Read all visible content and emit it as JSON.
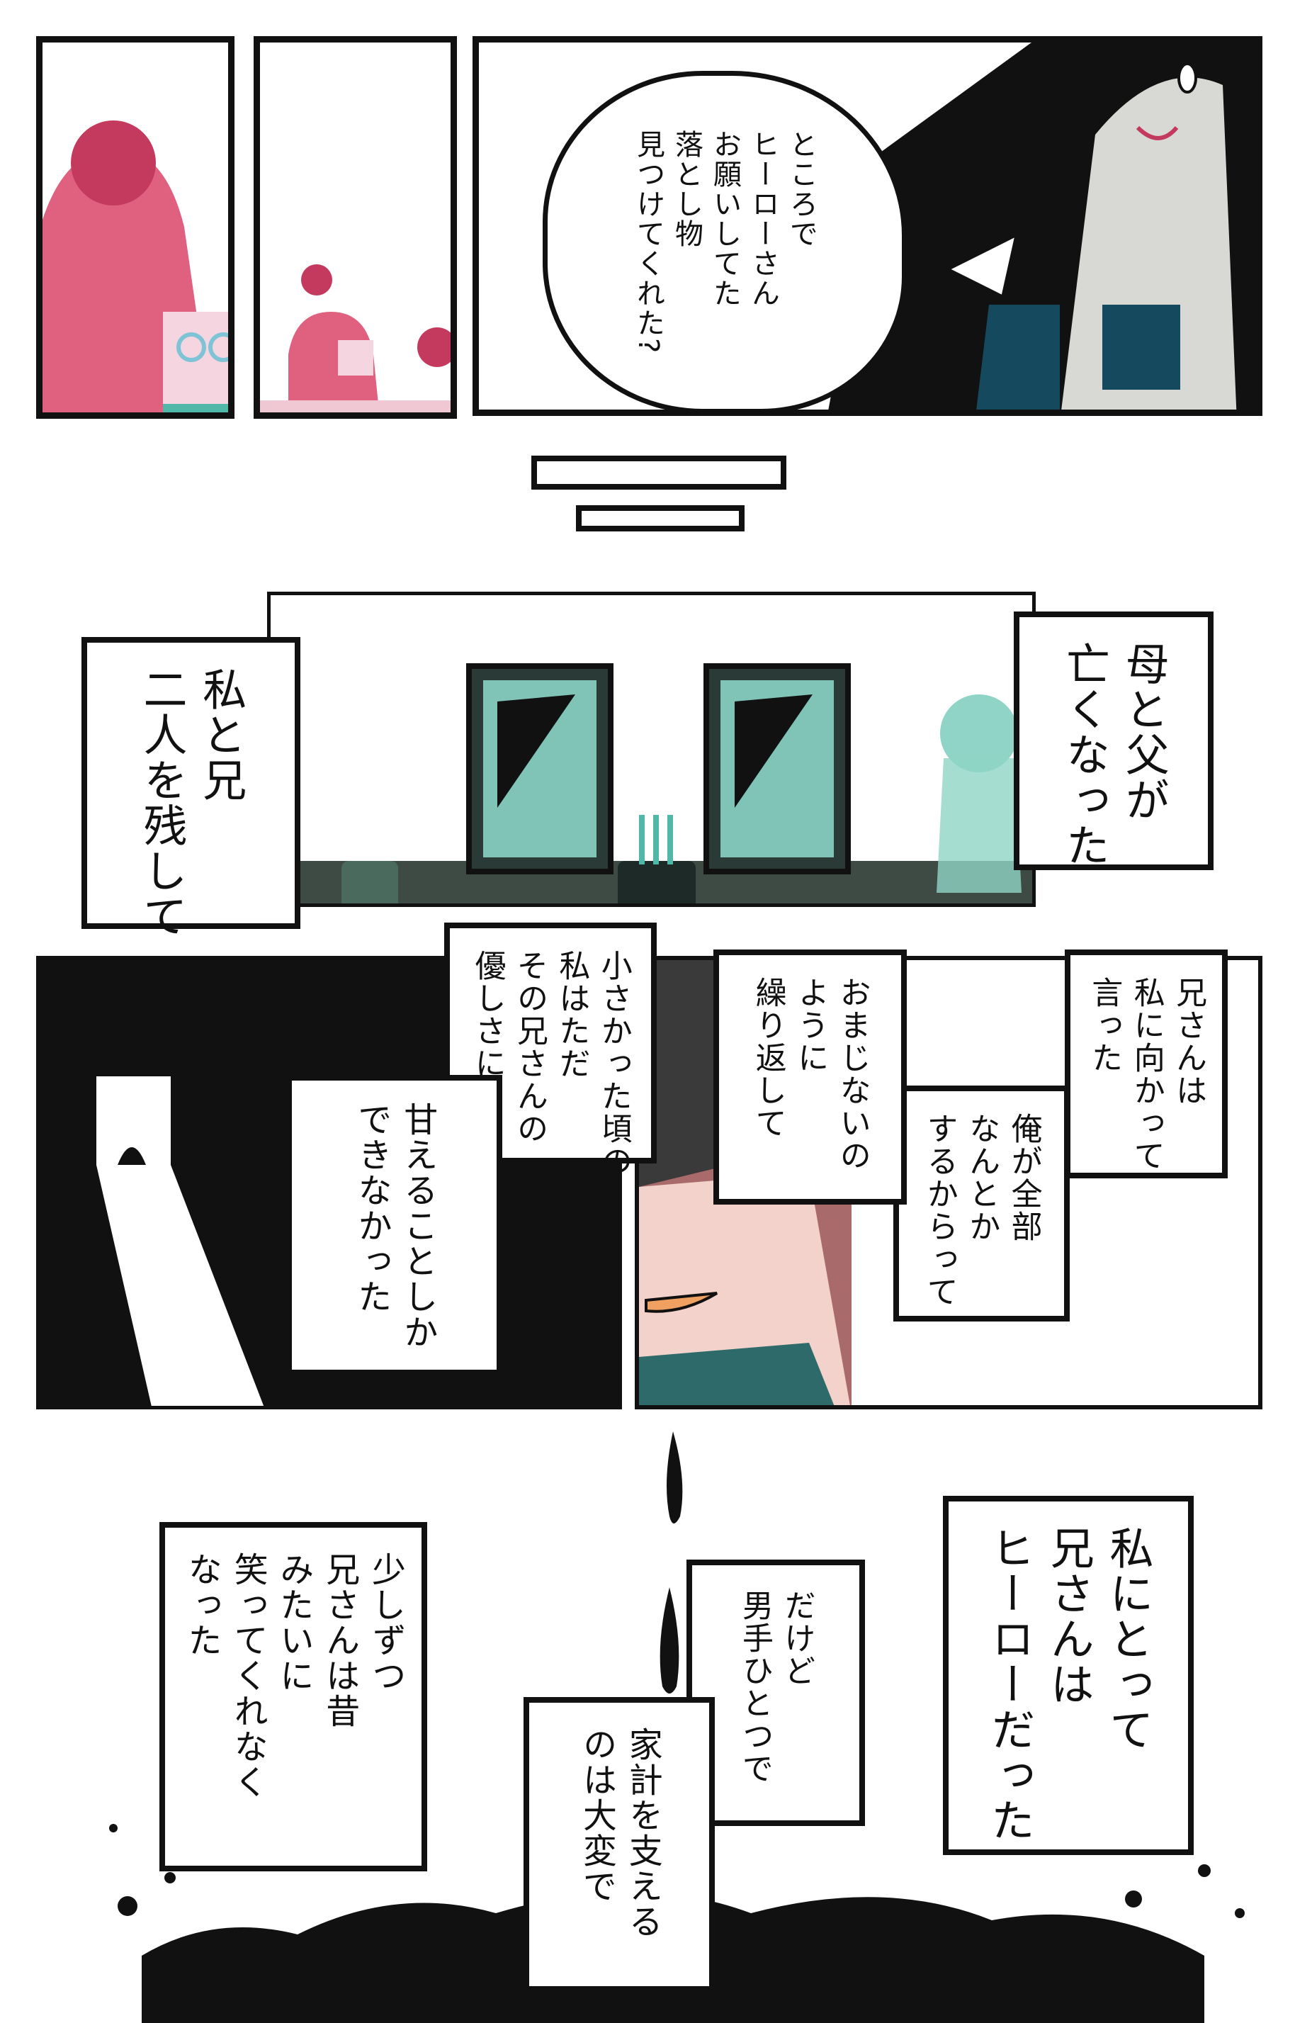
{
  "speech_bubble": {
    "text": "ところで\nヒーローさん\nお願いしてた\n落とし物\n見つけてくれた?"
  },
  "captions": {
    "parents_died": "母と父が\n亡くなった",
    "left_behind": "私と兄\n二人を残して",
    "brother_said": "兄さんは\n私に向かって\n言った",
    "ill_handle": "俺が全部\nなんとか\nするからって",
    "like_charm": "おまじないの\nように\n繰り返して",
    "when_small": "小さかった頃の\n私はただ\nその兄さんの\n優しさに",
    "only_depend": "甘えることしか\nできなかった",
    "hero": "私にとって\n兄さんは\nヒーローだった",
    "but_alone": "だけど\n男手ひとつで",
    "hard_support": "家計を支える\nのは大変で",
    "stopped_smiling": "少しずつ\n兄さんは昔\nみたいに\n笑ってくれなく\nなった"
  },
  "colors": {
    "ink": "#111111",
    "pink": "#e0607f",
    "teal": "#7fc4b6",
    "navy": "#15495e"
  }
}
